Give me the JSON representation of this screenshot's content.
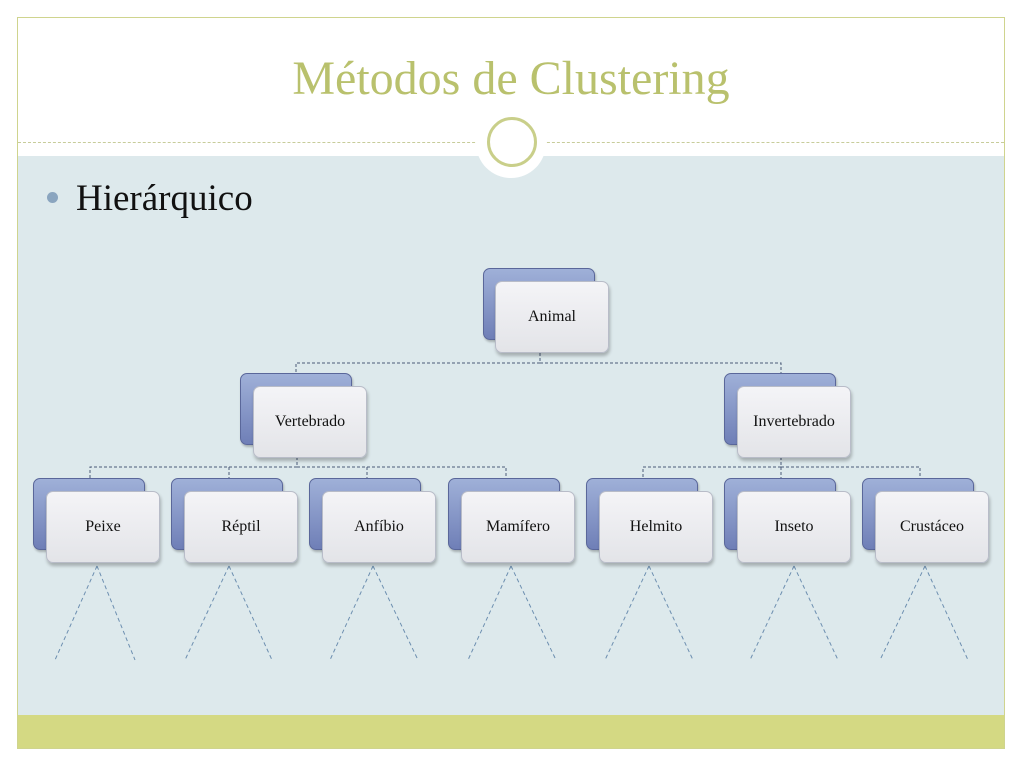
{
  "slide": {
    "title": "Métodos de Clustering",
    "bullet": "Hierárquico"
  },
  "tree": {
    "root": "Animal",
    "level1": [
      "Vertebrado",
      "Invertebrado"
    ],
    "level2": {
      "Vertebrado": [
        "Peixe",
        "Réptil",
        "Anfíbio",
        "Mamífero"
      ],
      "Invertebrado": [
        "Helmito",
        "Inseto",
        "Crustáceo"
      ]
    }
  },
  "colors": {
    "title": "#b9c16d",
    "content_background": "#dde9ec",
    "footer_bar": "#d4d983",
    "node_accent": "#7f8fc3"
  }
}
